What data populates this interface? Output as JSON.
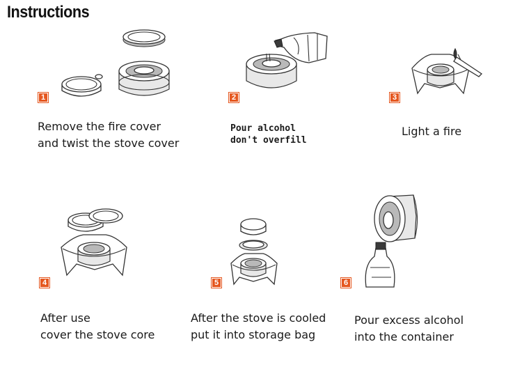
{
  "page": {
    "title": "Instructions"
  },
  "steps": [
    {
      "number": "1",
      "lines": [
        "Remove the fire cover",
        "and twist the stove cover"
      ]
    },
    {
      "number": "2",
      "lines": [
        "Pour alcohol",
        "don't overfill"
      ]
    },
    {
      "number": "3",
      "lines": [
        "Light a fire"
      ]
    },
    {
      "number": "4",
      "lines": [
        "After use",
        "cover the stove core"
      ]
    },
    {
      "number": "5",
      "lines": [
        "After the stove is cooled",
        "put it into storage bag"
      ]
    },
    {
      "number": "6",
      "lines": [
        "Pour excess alcohol",
        "into the container"
      ]
    }
  ],
  "colors": {
    "badge": "#e5571f",
    "text": "#1a1a1a",
    "line_art": "#333333"
  }
}
